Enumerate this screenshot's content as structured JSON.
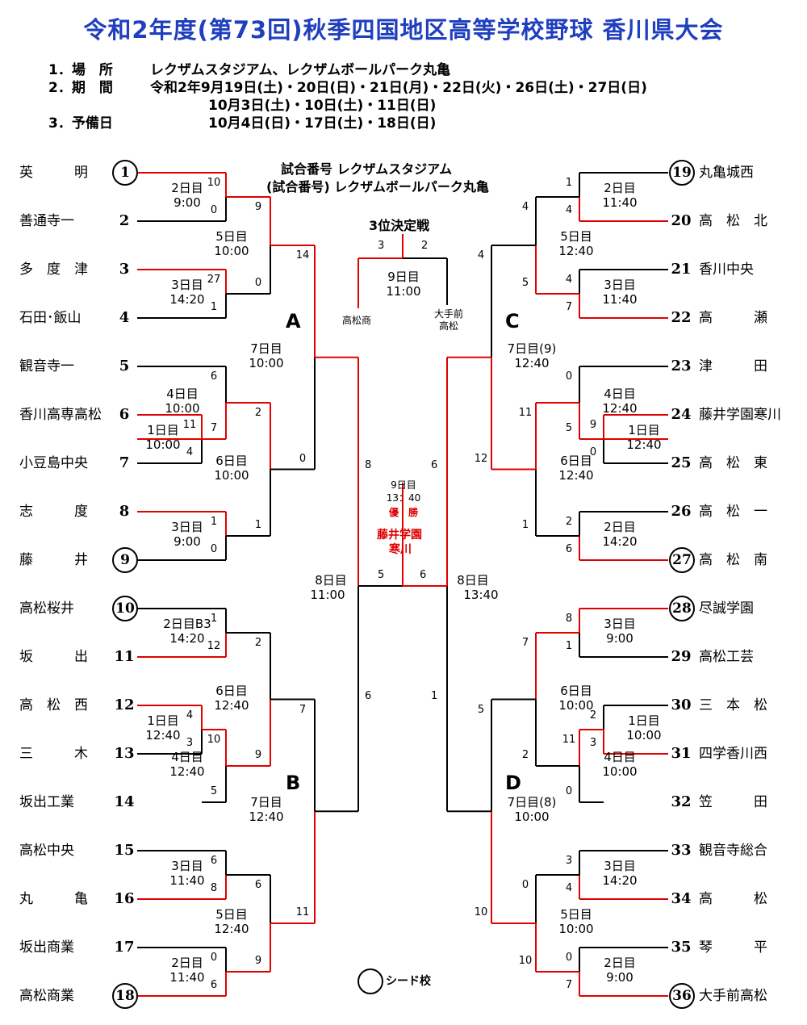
{
  "title": "令和2年度(第73回)秋季四国地区高等学校野球 香川県大会",
  "info": {
    "venue_label": "1．場　所",
    "venue_value": "レクザムスタジアム、レクザムボールパーク丸亀",
    "period_label": "2．期　間",
    "period_value1": "令和2年9月19日(土)・20日(日)・21日(月)・22日(火)・26日(土)・27日(日)",
    "period_value2": "10月3日(土)・10日(土)・11日(日)",
    "reserve_label": "3．予備日",
    "reserve_value": "10月4日(日)・17日(土)・18日(日)"
  },
  "legend": {
    "venue1": "試合番号 レクザムスタジアム",
    "venue2": "(試合番号) レクザムボールパーク丸亀",
    "third_place": "3位決定戦",
    "seed": "シード校"
  },
  "blocks": [
    "A",
    "B",
    "C",
    "D"
  ],
  "teams": [
    {
      "num": "1",
      "name": "英　　　明",
      "seed": true
    },
    {
      "num": "2",
      "name": "善通寺一",
      "seed": false
    },
    {
      "num": "3",
      "name": "多　度　津",
      "seed": false
    },
    {
      "num": "4",
      "name": "石田･飯山",
      "seed": false
    },
    {
      "num": "5",
      "name": "観音寺一",
      "seed": false
    },
    {
      "num": "6",
      "name": "香川高専高松",
      "seed": false
    },
    {
      "num": "7",
      "name": "小豆島中央",
      "seed": false
    },
    {
      "num": "8",
      "name": "志　　　度",
      "seed": false
    },
    {
      "num": "9",
      "name": "藤　　　井",
      "seed": true
    },
    {
      "num": "10",
      "name": "高松桜井",
      "seed": true
    },
    {
      "num": "11",
      "name": "坂　　　出",
      "seed": false
    },
    {
      "num": "12",
      "name": "高　松　西",
      "seed": false
    },
    {
      "num": "13",
      "name": "三　　　木",
      "seed": false
    },
    {
      "num": "14",
      "name": "坂出工業",
      "seed": false
    },
    {
      "num": "15",
      "name": "高松中央",
      "seed": false
    },
    {
      "num": "16",
      "name": "丸　　　亀",
      "seed": false
    },
    {
      "num": "17",
      "name": "坂出商業",
      "seed": false
    },
    {
      "num": "18",
      "name": "高松商業",
      "seed": true
    },
    {
      "num": "19",
      "name": "丸亀城西",
      "seed": true
    },
    {
      "num": "20",
      "name": "高　松　北",
      "seed": false
    },
    {
      "num": "21",
      "name": "香川中央",
      "seed": false
    },
    {
      "num": "22",
      "name": "高　　　瀬",
      "seed": false
    },
    {
      "num": "23",
      "name": "津　　　田",
      "seed": false
    },
    {
      "num": "24",
      "name": "藤井学園寒川",
      "seed": false
    },
    {
      "num": "25",
      "name": "高　松　東",
      "seed": false
    },
    {
      "num": "26",
      "name": "高　松　一",
      "seed": false
    },
    {
      "num": "27",
      "name": "高　松　南",
      "seed": true
    },
    {
      "num": "28",
      "name": "尽誠学園",
      "seed": true
    },
    {
      "num": "29",
      "name": "高松工芸",
      "seed": false
    },
    {
      "num": "30",
      "name": "三　本　松",
      "seed": false
    },
    {
      "num": "31",
      "name": "四学香川西",
      "seed": false
    },
    {
      "num": "32",
      "name": "笠　　　田",
      "seed": false
    },
    {
      "num": "33",
      "name": "観音寺総合",
      "seed": false
    },
    {
      "num": "34",
      "name": "高　　　松",
      "seed": false
    },
    {
      "num": "35",
      "name": "琴　　　平",
      "seed": false
    },
    {
      "num": "36",
      "name": "大手前高松",
      "seed": true
    }
  ],
  "games": [
    {
      "day": "2日目",
      "time": "9:00",
      "s1": "10",
      "s2": "0"
    },
    {
      "day": "3日目",
      "time": "14:20",
      "s1": "27",
      "s2": "1"
    },
    {
      "day": "5日目",
      "time": "10:00",
      "s1": "9",
      "s2": "0"
    },
    {
      "day": "1日目",
      "time": "10:00",
      "s1": "11",
      "s2": "4"
    },
    {
      "day": "4日目",
      "time": "10:00",
      "s1": "6",
      "s2": "7"
    },
    {
      "day": "3日目",
      "time": "9:00",
      "s1": "1",
      "s2": "0"
    },
    {
      "day": "6日目",
      "time": "10:00",
      "s1": "2",
      "s2": "1"
    },
    {
      "day": "7日目",
      "time": "10:00",
      "s1": "14",
      "s2": "0"
    },
    {
      "day": "2日目B3",
      "time": "14:20",
      "s1": "1",
      "s2": "12"
    },
    {
      "day": "1日目",
      "time": "12:40",
      "s1": "4",
      "s2": "3"
    },
    {
      "day": "4日目",
      "time": "12:40",
      "s1": "10",
      "s2": "5"
    },
    {
      "day": "6日目",
      "time": "12:40",
      "s1": "2",
      "s2": "9"
    },
    {
      "day": "3日目",
      "time": "11:40",
      "s1": "6",
      "s2": "8"
    },
    {
      "day": "2日目",
      "time": "11:40",
      "s1": "0",
      "s2": "6"
    },
    {
      "day": "5日目",
      "time": "12:40",
      "s1": "6",
      "s2": "9"
    },
    {
      "day": "7日目",
      "time": "12:40",
      "s1": "7",
      "s2": "11"
    },
    {
      "day": "2日目",
      "time": "11:40",
      "s1": "1",
      "s2": "4"
    },
    {
      "day": "3日目",
      "time": "11:40",
      "s1": "4",
      "s2": "7"
    },
    {
      "day": "5日目",
      "time": "12:40",
      "s1": "4",
      "s2": "5"
    },
    {
      "day": "1日目",
      "time": "12:40",
      "s1": "9",
      "s2": "0"
    },
    {
      "day": "4日目",
      "time": "12:40",
      "s1": "0",
      "s2": "5"
    },
    {
      "day": "2日目",
      "time": "14:20",
      "s1": "2",
      "s2": "6"
    },
    {
      "day": "6日目",
      "time": "12:40",
      "s1": "11",
      "s2": "1"
    },
    {
      "day": "7日目(9)",
      "time": "12:40",
      "s1": "4",
      "s2": "12"
    },
    {
      "day": "3日目",
      "time": "9:00",
      "s1": "8",
      "s2": "1"
    },
    {
      "day": "1日目",
      "time": "10:00",
      "s1": "2",
      "s2": "3"
    },
    {
      "day": "4日目",
      "time": "10:00",
      "s1": "11",
      "s2": "0"
    },
    {
      "day": "6日目",
      "time": "10:00",
      "s1": "7",
      "s2": "2"
    },
    {
      "day": "3日目",
      "time": "14:20",
      "s1": "3",
      "s2": "4"
    },
    {
      "day": "2日目",
      "time": "9:00",
      "s1": "0",
      "s2": "7"
    },
    {
      "day": "5日目",
      "time": "10:00",
      "s1": "0",
      "s2": "10"
    },
    {
      "day": "7日目(8)",
      "time": "10:00",
      "s1": "5",
      "s2": "10"
    },
    {
      "day": "8日目",
      "time": "11:00",
      "s1": "8",
      "s2": "6"
    },
    {
      "day": "8日目",
      "time": "13:40",
      "s1": "6",
      "s2": "1"
    },
    {
      "day": "9日目",
      "time": "13：40",
      "s1": "5",
      "s2": "6"
    },
    {
      "day": "9日目",
      "time": "11:00",
      "s1": "3",
      "s2": "2"
    }
  ],
  "final": {
    "champion_label": "優　勝",
    "champion_line1": "藤井学園",
    "champion_line2": "寒川"
  },
  "third": {
    "team_left": "高松商",
    "team_right1": "大手前",
    "team_right2": "高松"
  },
  "colors": {
    "title": "#1f3fbf",
    "winner": "#e00000",
    "line": "#000000"
  }
}
